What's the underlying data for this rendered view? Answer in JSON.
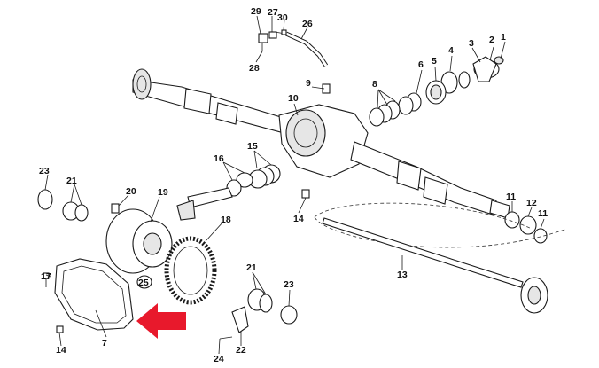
{
  "callouts": {
    "c1": "1",
    "c2": "2",
    "c3": "3",
    "c4": "4",
    "c5": "5",
    "c6": "6",
    "c7": "7",
    "c8": "8",
    "c9": "9",
    "c10": "10",
    "c11a": "11",
    "c11b": "11",
    "c12": "12",
    "c13": "13",
    "c14a": "14",
    "c14b": "14",
    "c15": "15",
    "c16": "16",
    "c17": "17",
    "c18": "18",
    "c19": "19",
    "c20": "20",
    "c21a": "21",
    "c21b": "21",
    "c22": "22",
    "c23a": "23",
    "c23b": "23",
    "c24": "24",
    "c25": "25",
    "c26": "26",
    "c27": "27",
    "c28": "28",
    "c29": "29",
    "c30": "30"
  },
  "colors": {
    "arrow": "#e8192c",
    "line": "#1a1a1a",
    "fill_light": "#e6e6e6"
  }
}
